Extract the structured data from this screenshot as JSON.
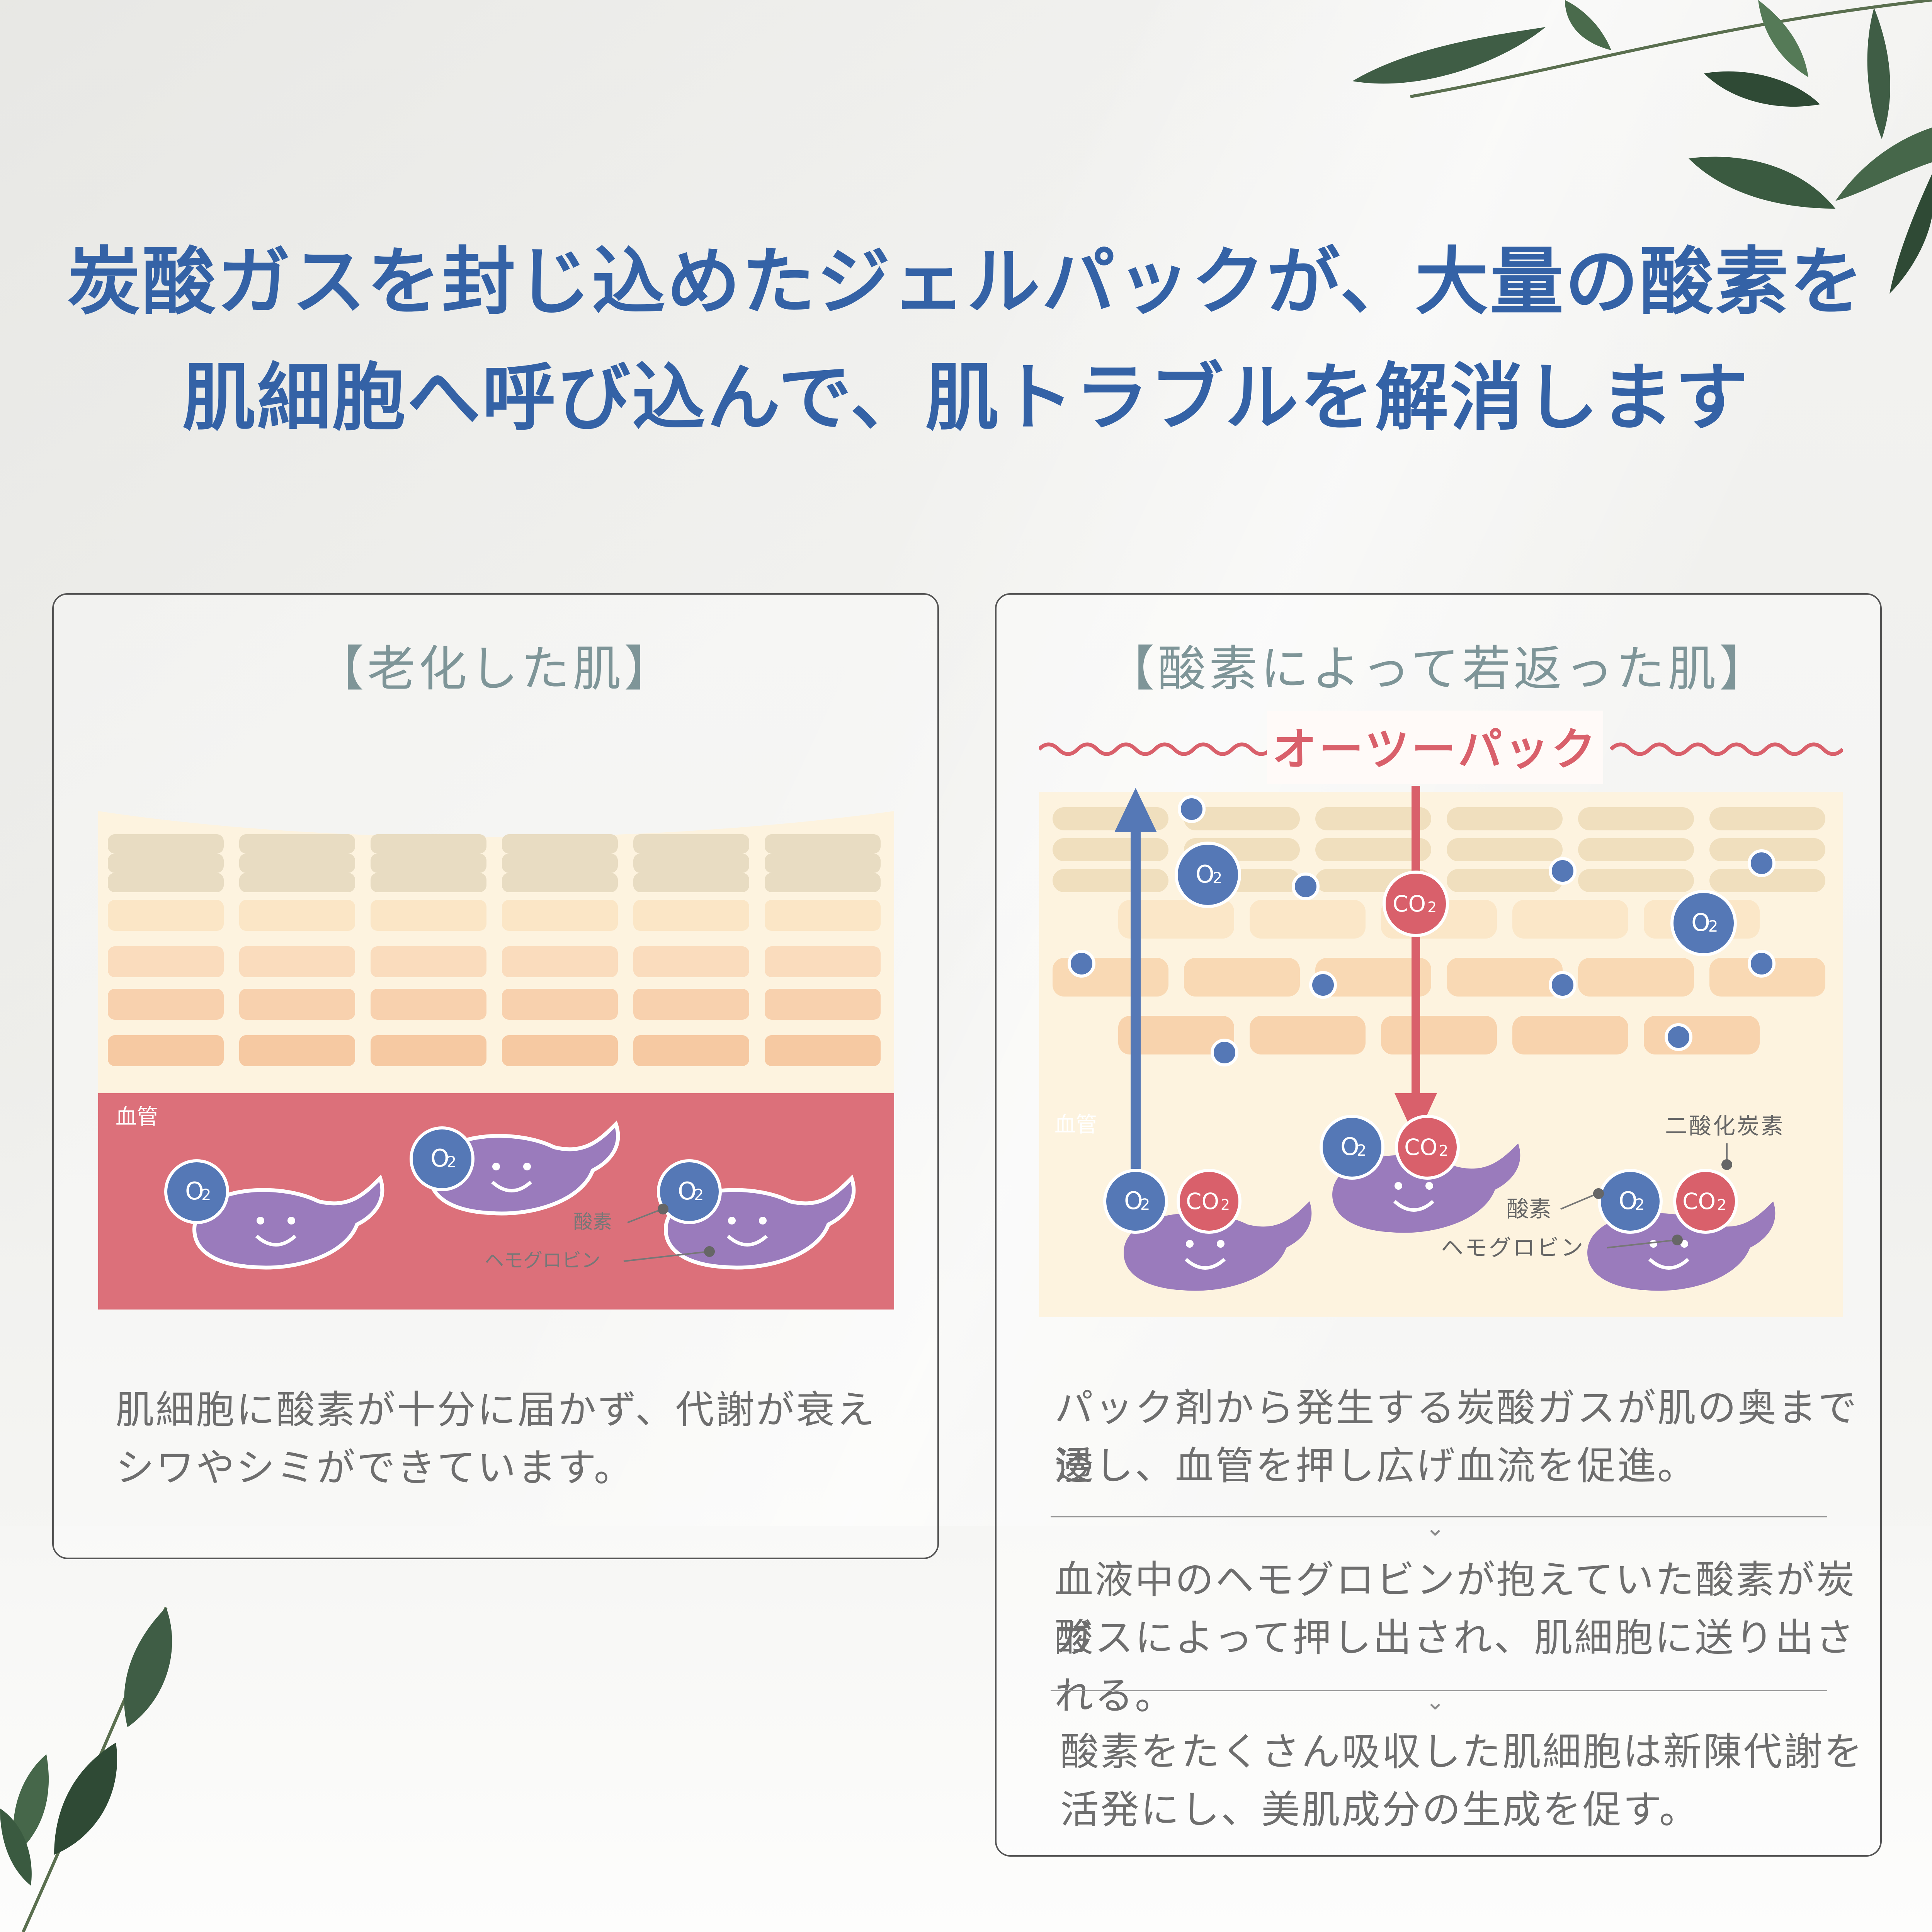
{
  "headline": {
    "line1": "炭酸ガスを封じ込めたジェルパックが、大量の酸素を",
    "line2": "肌細胞へ呼び込んで、肌トラブルを解消します"
  },
  "left_panel": {
    "title": "【老化した肌】",
    "vessel_label": "血管",
    "oxygen_label": "酸素",
    "hemoglobin_label": "ヘモグロビン",
    "o2_text": "O",
    "sub2": "2",
    "description_line1": "肌細胞に酸素が十分に届かず、代謝が衰え",
    "description_line2": "シワやシミができています。"
  },
  "right_panel": {
    "title": "【酸素によって若返った肌】",
    "pack_label": "オーツーパック",
    "vessel_label": "血管",
    "co2_label": "二酸化炭素",
    "oxygen_label": "酸素",
    "hemoglobin_label": "ヘモグロビン",
    "o2_text": "O",
    "co2_text": "CO",
    "sub2": "2",
    "step1_line1": "パック剤から発生する炭酸ガスが肌の奥まで浸",
    "step1_line2": "透し、血管を押し広げ血流を促進。",
    "step2_line1": "血液中のヘモグロビンが抱えていた酸素が炭酸",
    "step2_line2": "ガスによって押し出され、肌細胞に送り出される。",
    "step3_line1": "酸素をたくさん吸収した肌細胞は新陳代謝を",
    "step3_line2": "活発にし、美肌成分の生成を促す。"
  },
  "colors": {
    "headline": "#3462a6",
    "panel_title": "#7e9598",
    "vessel": "#dc707a",
    "oxygen": "#5578b6",
    "co2": "#d9606b",
    "hemoglobin": "#9a7bbc",
    "leaf": "#3f5d45"
  }
}
